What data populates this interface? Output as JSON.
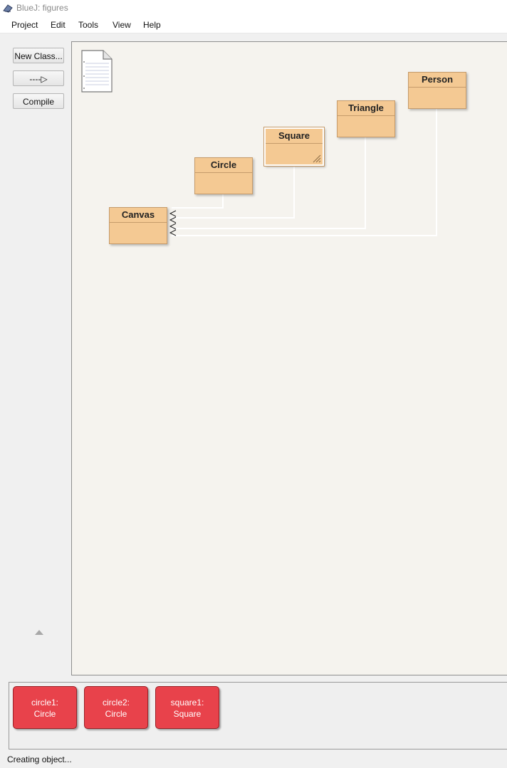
{
  "window": {
    "title": "BlueJ:  figures"
  },
  "menu": [
    "Project",
    "Edit",
    "Tools",
    "View",
    "Help"
  ],
  "toolbar": {
    "new_class": "New Class...",
    "arrow": "----▷",
    "compile": "Compile"
  },
  "diagram": {
    "classes": [
      "Canvas",
      "Circle",
      "Square",
      "Triangle",
      "Person"
    ],
    "selected_class": "Square"
  },
  "object_bench": {
    "objects": [
      {
        "name": "circle1:",
        "type": "Circle"
      },
      {
        "name": "circle2:",
        "type": "Circle"
      },
      {
        "name": "square1:",
        "type": "Square"
      }
    ]
  },
  "status": "Creating object...",
  "colors": {
    "class_fill": "#f4c993",
    "object_fill": "#e8424b",
    "canvas_bg": "#f5f3ee"
  },
  "icons": [
    "bluej-app-icon",
    "readme-document-icon",
    "collapse-arrow-icon"
  ]
}
